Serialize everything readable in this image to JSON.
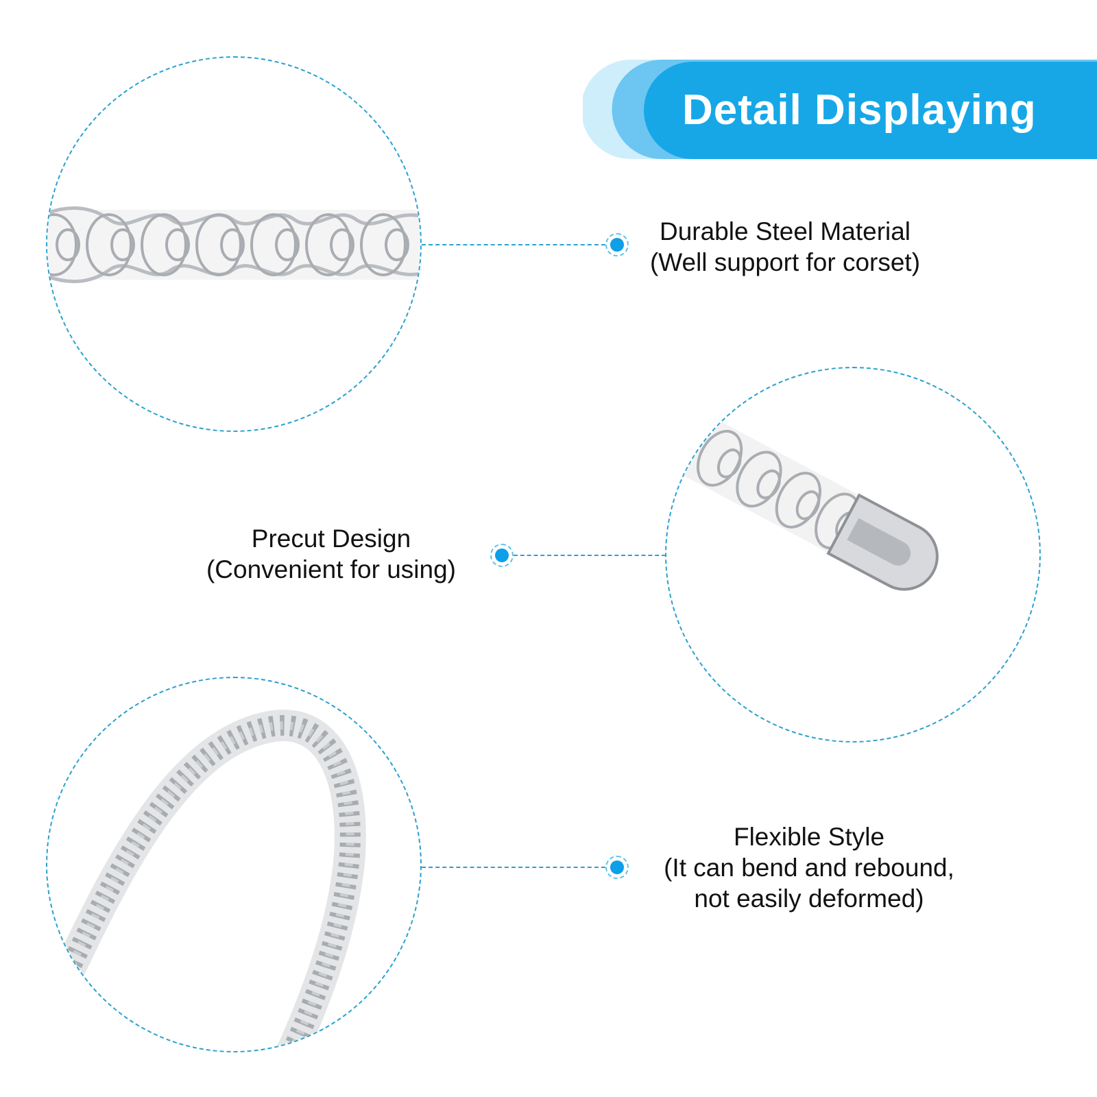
{
  "banner": {
    "title": "Detail Displaying"
  },
  "colors": {
    "accent": "#17a7e7",
    "accent_light": "#8fd1f2",
    "dashed_line": "#2aa1cf",
    "dot": "#0d9fe8"
  },
  "features": [
    {
      "title": "Durable Steel Material",
      "subtitle": "(Well support for corset)",
      "image": "straight-spiral-steel-bone-closeup"
    },
    {
      "title": "Precut Design",
      "subtitle": "(Convenient for using)",
      "image": "spiral-steel-bone-end-cap"
    },
    {
      "title": "Flexible Style",
      "subtitle": "(It can bend and rebound,",
      "subtitle2": "not easily deformed)",
      "image": "bent-spiral-steel-bone"
    }
  ]
}
